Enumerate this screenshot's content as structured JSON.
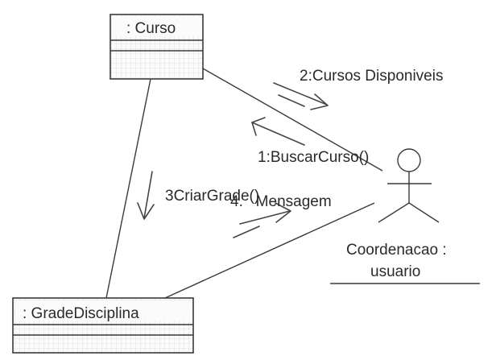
{
  "objects": {
    "curso": {
      "label": ": Curso"
    },
    "grade": {
      "label": ": GradeDisciplina"
    }
  },
  "actor": {
    "line1": "Coordenacao :",
    "line2": "usuario"
  },
  "messages": {
    "m1": "1:BuscarCurso()",
    "m2": "2:Cursos Disponiveis",
    "m3": "3CriarGrade()",
    "m4": "4.   Mensagem"
  },
  "colors": {
    "ink": "#2a2a2a",
    "grid": "#d8d8d8",
    "box_fill": "#fbfbfb"
  }
}
